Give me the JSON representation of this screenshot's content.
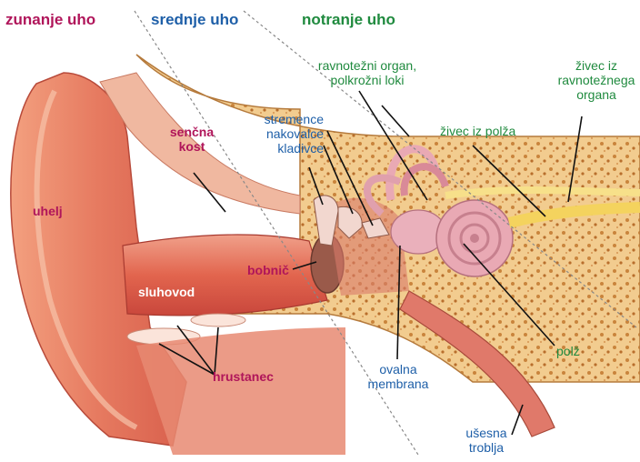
{
  "sections": {
    "outer_ear": "zunanje uho",
    "middle_ear": "srednje uho",
    "inner_ear": "notranje uho"
  },
  "labels": {
    "auricle": "uhelj",
    "temporal_bone": [
      "senčna",
      "kost"
    ],
    "ear_canal": "sluhovod",
    "eardrum": "bobnič",
    "cartilage": "hrustanec",
    "ossicles": [
      "stremence",
      "nakovalce",
      "kladivce"
    ],
    "balance_organ": [
      "ravnotežni organ,",
      "polkrožni loki"
    ],
    "cochlear_nerve": "živec iz polža",
    "vestibular_nerve": [
      "živec iz",
      "ravnotežnega",
      "organa"
    ],
    "oval_window": [
      "ovalna",
      "membrana"
    ],
    "cochlea": "polž",
    "eustachian_tube": [
      "ušesna",
      "troblja"
    ]
  },
  "colors": {
    "outer": "#b0155a",
    "middle": "#1e5fa8",
    "inner": "#1f8a3e",
    "bone": "#f0c98a",
    "skin": "#e8826a",
    "cochlea": "#e9a9b4"
  }
}
